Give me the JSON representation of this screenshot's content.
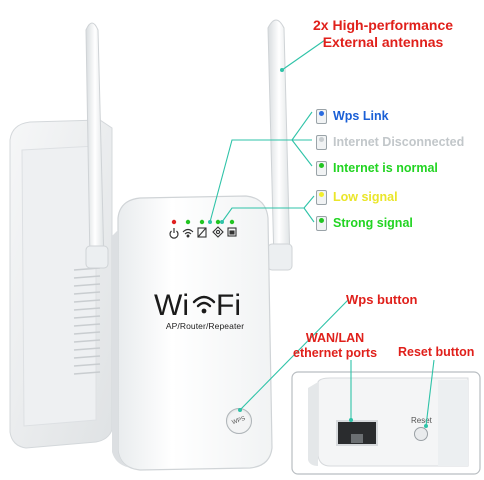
{
  "callouts": {
    "antennas_line1": "2x High-performance",
    "antennas_line2": "External antennas",
    "wps_button": "Wps button",
    "ports_line1": "WAN/LAN",
    "ports_line2": "ethernet ports",
    "reset_button": "Reset button"
  },
  "status_leds": [
    {
      "label": "Wps Link",
      "color": "#1a5fd6",
      "dot": "#2a6be0"
    },
    {
      "label": "Internet Disconnected",
      "color": "#c8cdd0",
      "dot": "#c8cdd0"
    },
    {
      "label": "Internet is normal",
      "color": "#22d422",
      "dot": "#22c522"
    },
    {
      "label": "Low signal",
      "color": "#f2ee2a",
      "dot": "#f2ee2a"
    },
    {
      "label": "Strong signal",
      "color": "#22d422",
      "dot": "#22c522"
    }
  ],
  "device": {
    "logo": "Wi Fi",
    "subtitle": "AP/Router/Repeater",
    "wps_mark": "WPS",
    "led_icons": [
      "power-icon",
      "wifi-icon",
      "signal-icon",
      "wps-icon",
      "lan-icon"
    ],
    "led_colors": [
      "#e02020",
      "#22c522",
      "#22c522",
      "#22c522",
      "#22c522"
    ]
  },
  "inset": {
    "reset_label": "Reset"
  },
  "colors": {
    "callout_red": "#e0201b",
    "leader_line": "#2fc3a8"
  }
}
